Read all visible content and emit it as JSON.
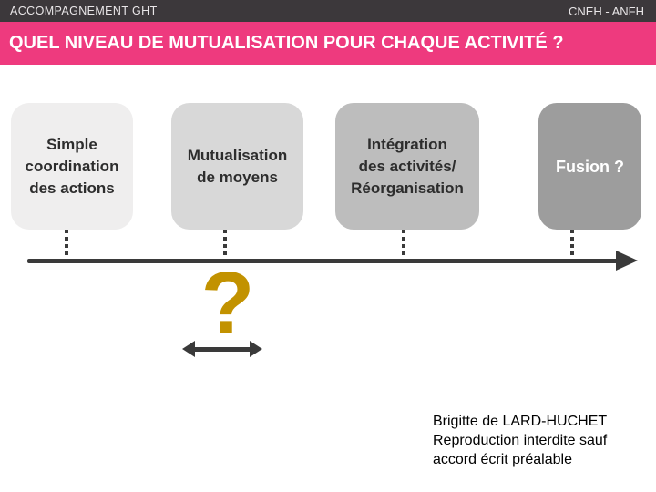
{
  "topbar": {
    "left_label": "ACCOMPAGNEMENT GHT",
    "right_label": "CNEH - ANFH"
  },
  "title": "QUEL NIVEAU DE MUTUALISATION POUR CHAQUE ACTIVITÉ ?",
  "continuum": {
    "boxes": [
      {
        "label": "Simple\ncoordination\ndes actions",
        "bg": "#efeeee",
        "text_color": "#2d2d2d"
      },
      {
        "label": "Mutualisation\nde moyens",
        "bg": "#d8d8d8",
        "text_color": "#2d2d2d"
      },
      {
        "label": "Intégration\ndes activités/\nRéorganisation",
        "bg": "#bdbdbd",
        "text_color": "#2d2d2d"
      },
      {
        "label": "Fusion ?",
        "bg": "#9d9d9d",
        "text_color": "#ffffff"
      }
    ],
    "axis": {
      "direction": "left-to-right",
      "color": "#3a3a3a"
    },
    "question_mark": "?",
    "question_mark_color": "#c29200"
  },
  "footer": {
    "lines": [
      "Brigitte de LARD-HUCHET",
      "Reproduction interdite sauf",
      "accord écrit préalable"
    ]
  },
  "colors": {
    "header_dark": "#3c383b",
    "accent_pink": "#ee3a7e",
    "gold": "#c29200",
    "arrow_dark": "#3a3a3a"
  }
}
